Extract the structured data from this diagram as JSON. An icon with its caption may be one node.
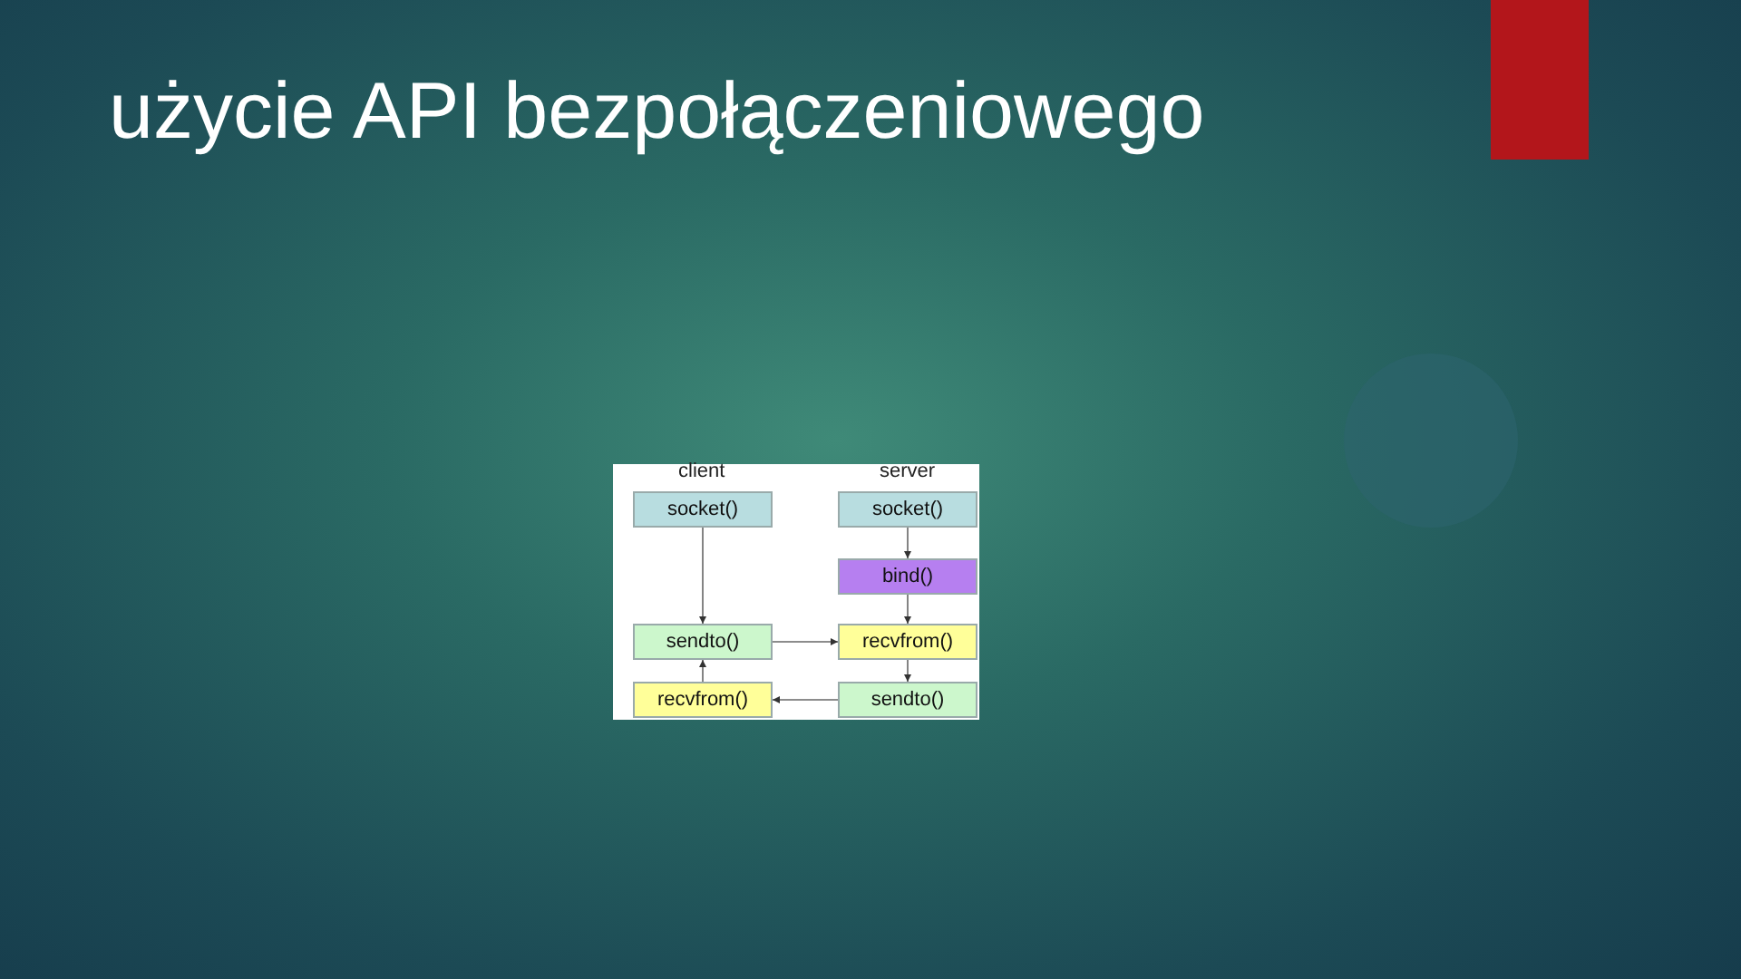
{
  "diagram": {
    "title": "użycie API bezpołączeniowego",
    "nodes": [
      {
        "text": [
          "socket()"
        ]
      },
      {
        "text": [
          "socket()"
        ]
      },
      {
        "text": [
          "bind()"
        ]
      },
      {
        "text": [
          "sendto()"
        ]
      },
      {
        "text": [
          "recvfrom()"
        ]
      },
      {
        "text": [
          "recvfrom()"
        ]
      },
      {
        "text": [
          "sendto()"
        ]
      }
    ],
    "edges": [
      {
        "from": 0,
        "to": 3,
        "arrow": "to"
      },
      {
        "from": 1,
        "to": 2,
        "arrow": "to"
      },
      {
        "from": 2,
        "to": 4,
        "arrow": "to"
      },
      {
        "from": 3,
        "to": 4,
        "arrow": "to"
      },
      {
        "from": 4,
        "to": 6,
        "arrow": "to"
      },
      {
        "from": 6,
        "to": 5,
        "arrow": "to"
      },
      {
        "from": 5,
        "to": 3,
        "arrow": "to"
      }
    ],
    "labels": [
      "client",
      "server"
    ]
  }
}
